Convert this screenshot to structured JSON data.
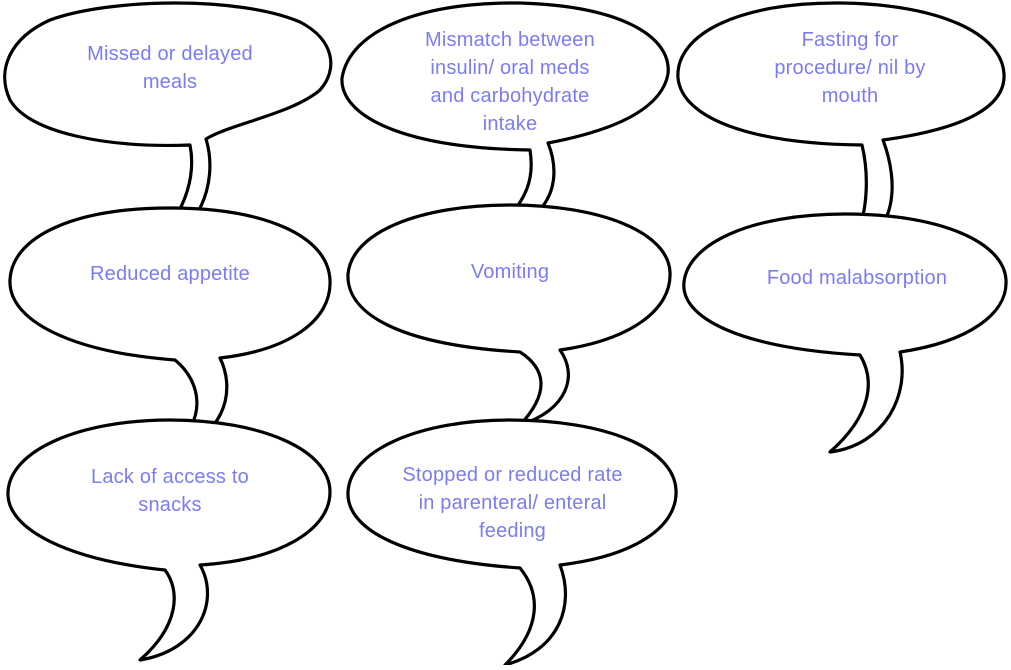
{
  "bubbles": [
    {
      "id": "missed-meals",
      "text": "Missed or delayed\nmeals"
    },
    {
      "id": "mismatch-insulin",
      "text": "Mismatch between\ninsulin/ oral meds\nand carbohydrate\nintake"
    },
    {
      "id": "fasting",
      "text": "Fasting for\nprocedure/ nil by\nmouth"
    },
    {
      "id": "reduced-appetite",
      "text": "Reduced appetite"
    },
    {
      "id": "vomiting",
      "text": "Vomiting"
    },
    {
      "id": "food-malabsorption",
      "text": "Food malabsorption"
    },
    {
      "id": "lack-of-access",
      "text": "Lack of access to\nsnacks"
    },
    {
      "id": "stopped-feeding",
      "text": "Stopped or reduced rate\nin parenteral/ enteral\nfeeding"
    }
  ],
  "style": {
    "text_color": "#7b7cf0",
    "stroke_color": "#000000",
    "fill_color": "#ffffff"
  }
}
